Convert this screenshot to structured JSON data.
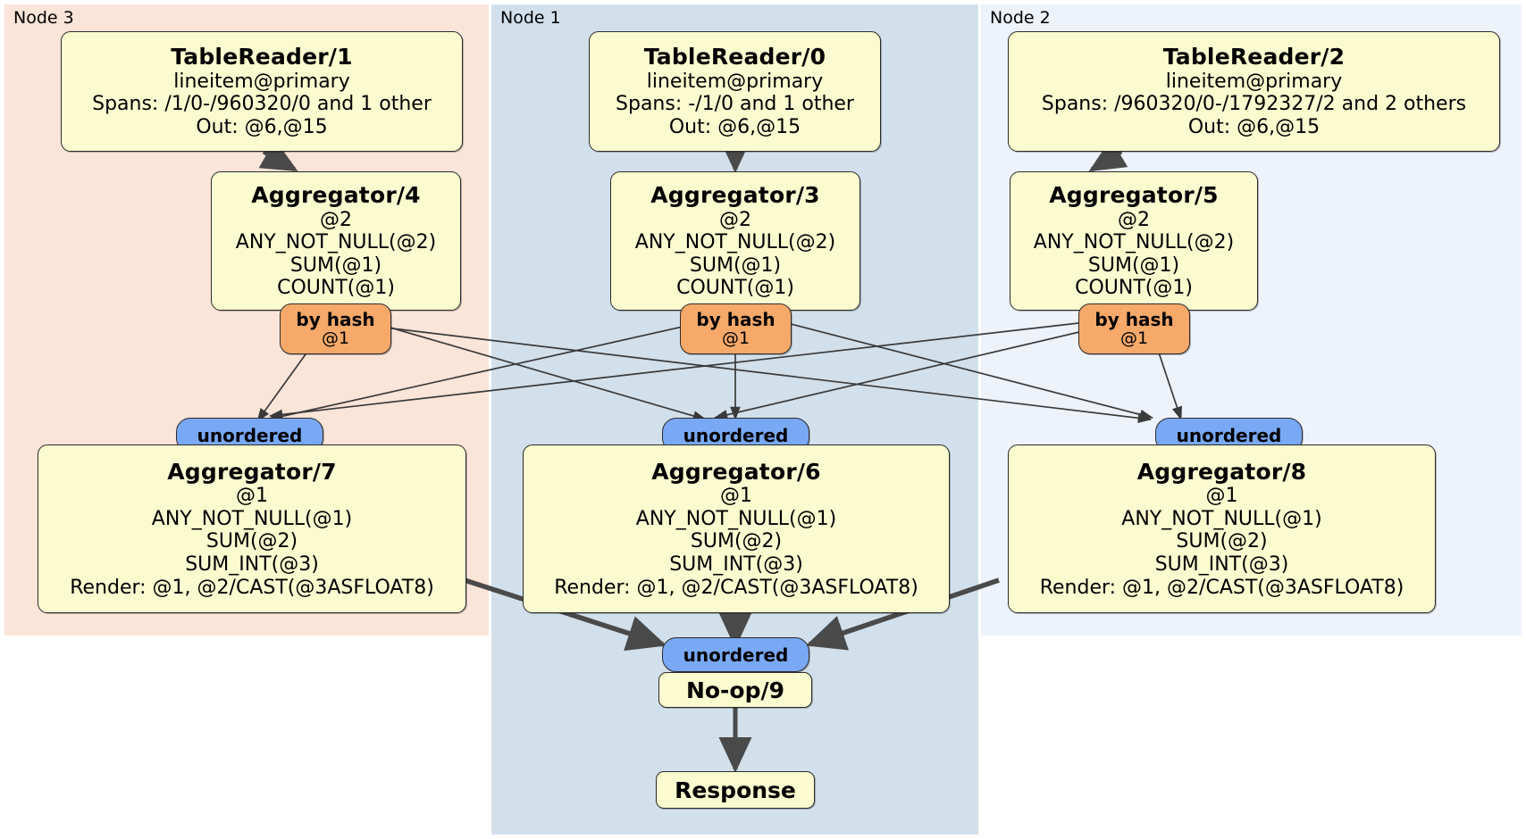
{
  "diagram": {
    "title": "Distributed SQL query plan",
    "colors": {
      "node3_panel": "#fbe4d8",
      "node1_panel": "#d2e0eb",
      "node2_panel": "#edf2fb",
      "processor_fill": "#fbfbd0",
      "router_fill": "#f7a96a",
      "receiver_fill": "#79a8f5",
      "stroke": "#2b2b2b"
    }
  },
  "panels": [
    {
      "id": "node3",
      "label": "Node 3"
    },
    {
      "id": "node1",
      "label": "Node 1"
    },
    {
      "id": "node2",
      "label": "Node 2"
    }
  ],
  "processors": {
    "tablereader_1": {
      "title": "TableReader/1",
      "lines": [
        "lineitem@primary",
        "Spans: /1/0-/960320/0 and 1 other",
        "Out: @6,@15"
      ]
    },
    "tablereader_0": {
      "title": "TableReader/0",
      "lines": [
        "lineitem@primary",
        "Spans: -/1/0 and 1 other",
        "Out: @6,@15"
      ]
    },
    "tablereader_2": {
      "title": "TableReader/2",
      "lines": [
        "lineitem@primary",
        "Spans: /960320/0-/1792327/2 and 2 others",
        "Out: @6,@15"
      ]
    },
    "aggregator_4": {
      "title": "Aggregator/4",
      "lines": [
        "@2",
        "ANY_NOT_NULL(@2)",
        "SUM(@1)",
        "COUNT(@1)"
      ]
    },
    "aggregator_3": {
      "title": "Aggregator/3",
      "lines": [
        "@2",
        "ANY_NOT_NULL(@2)",
        "SUM(@1)",
        "COUNT(@1)"
      ]
    },
    "aggregator_5": {
      "title": "Aggregator/5",
      "lines": [
        "@2",
        "ANY_NOT_NULL(@2)",
        "SUM(@1)",
        "COUNT(@1)"
      ]
    },
    "aggregator_7": {
      "title": "Aggregator/7",
      "lines": [
        "@1",
        "ANY_NOT_NULL(@1)",
        "SUM(@2)",
        "SUM_INT(@3)",
        "Render: @1, @2/CAST(@3ASFLOAT8)"
      ]
    },
    "aggregator_6": {
      "title": "Aggregator/6",
      "lines": [
        "@1",
        "ANY_NOT_NULL(@1)",
        "SUM(@2)",
        "SUM_INT(@3)",
        "Render: @1, @2/CAST(@3ASFLOAT8)"
      ]
    },
    "aggregator_8": {
      "title": "Aggregator/8",
      "lines": [
        "@1",
        "ANY_NOT_NULL(@1)",
        "SUM(@2)",
        "SUM_INT(@3)",
        "Render: @1, @2/CAST(@3ASFLOAT8)"
      ]
    },
    "noop_9": {
      "title": "No-op/9"
    },
    "response": {
      "title": "Response"
    }
  },
  "routers": {
    "by_hash_left": {
      "kind": "by hash",
      "key": "@1"
    },
    "by_hash_center": {
      "kind": "by hash",
      "key": "@1"
    },
    "by_hash_right": {
      "kind": "by hash",
      "key": "@1"
    }
  },
  "receivers": {
    "unordered_left": {
      "label": "unordered"
    },
    "unordered_center": {
      "label": "unordered"
    },
    "unordered_right": {
      "label": "unordered"
    },
    "unordered_final": {
      "label": "unordered"
    }
  }
}
